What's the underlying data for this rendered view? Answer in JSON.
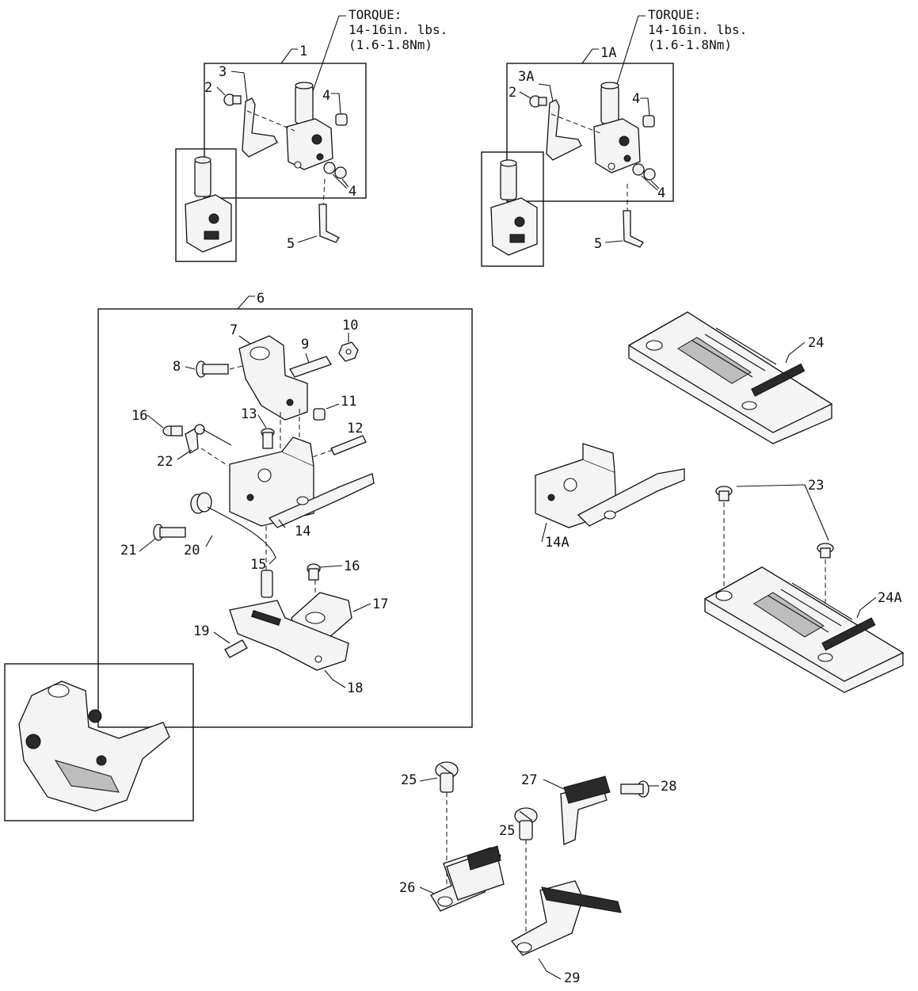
{
  "torque": {
    "left": {
      "line1": "TORQUE:",
      "line2": "14-16in. lbs.",
      "line3": "(1.6-1.8Nm)"
    },
    "right": {
      "line1": "TORQUE:",
      "line2": "14-16in. lbs.",
      "line3": "(1.6-1.8Nm)"
    }
  },
  "labels": {
    "l1": "1",
    "l2": "2",
    "l3": "3",
    "l4a": "4",
    "l4b": "4",
    "l5": "5",
    "l1A": "1A",
    "l2r": "2",
    "l3A": "3A",
    "l4c": "4",
    "l4d": "4",
    "l5r": "5",
    "l6": "6",
    "l7": "7",
    "l8": "8",
    "l9": "9",
    "l10": "10",
    "l11": "11",
    "l12": "12",
    "l13": "13",
    "l14": "14",
    "l15": "15",
    "l16a": "16",
    "l16b": "16",
    "l17": "17",
    "l18": "18",
    "l19": "19",
    "l20": "20",
    "l21": "21",
    "l22": "22",
    "l23": "23",
    "l24": "24",
    "l24A": "24A",
    "l14A": "14A",
    "l25a": "25",
    "l25b": "25",
    "l26": "26",
    "l27": "27",
    "l28": "28",
    "l29": "29"
  }
}
